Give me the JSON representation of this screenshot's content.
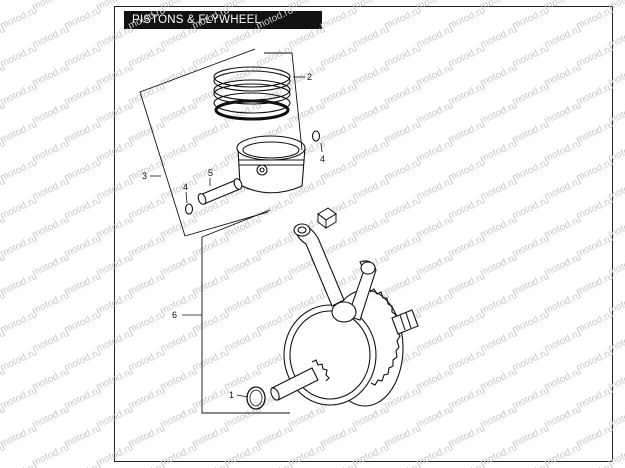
{
  "title": "PISTONS & FLYWHEEL ASSEMBLY",
  "callouts": {
    "c1": "1",
    "c2": "2",
    "c3": "3",
    "c4a": "4",
    "c4b": "4",
    "c5": "5",
    "c6": "6"
  },
  "watermark": "motod.ru",
  "colors": {
    "ink": "#111111",
    "watermark": "#c9c9c9",
    "background": "#ffffff"
  }
}
